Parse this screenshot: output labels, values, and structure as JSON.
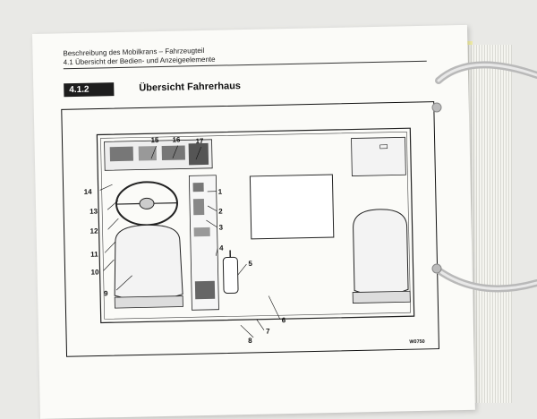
{
  "page": {
    "header": {
      "line1": "Beschreibung des Mobilkrans – Fahrzeugteil",
      "line2": "4.1 Übersicht der Bedien- und Anzeigeelemente"
    },
    "section": {
      "number": "4.1.2",
      "title": "Übersicht Fahrerhaus"
    },
    "figure": {
      "code": "W0750",
      "callouts": [
        "1",
        "2",
        "3",
        "4",
        "5",
        "6",
        "7",
        "8",
        "9",
        "10",
        "11",
        "12",
        "13",
        "14",
        "15",
        "16",
        "17"
      ]
    }
  },
  "colors": {
    "paper": "#fbfbf8",
    "ink": "#111111",
    "binder_ring": "#c8c8c8",
    "page_edge_yellow": "#e8e36a"
  }
}
